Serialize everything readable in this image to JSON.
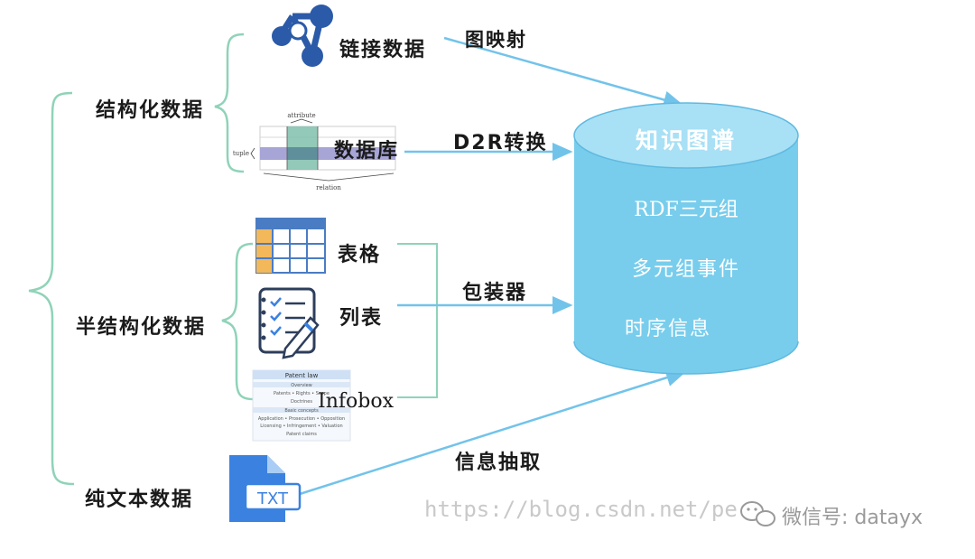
{
  "categories": {
    "structured": "结构化数据",
    "semi_structured": "半结构化数据",
    "plain_text": "纯文本数据"
  },
  "sources": {
    "linked_data": "链接数据",
    "database": "数据库",
    "table": "表格",
    "list": "列表",
    "infobox": "Infobox",
    "txt_icon_text": "TXT"
  },
  "methods": {
    "graph_mapping": "图映射",
    "d2r": "D2R转换",
    "wrapper": "包装器",
    "info_extraction": "信息抽取"
  },
  "knowledge_graph": {
    "title": "知识图谱",
    "items": [
      "RDF三元组",
      "多元组事件",
      "时序信息"
    ]
  },
  "database_thumb": {
    "top": "attribute",
    "left": "tuple",
    "bottom": "relation"
  },
  "infobox_thumb": {
    "title": "Patent law",
    "rows": [
      "Overview",
      "Patents • Rights • Scope",
      "Doctrines",
      "Basic concepts",
      "Application • Prosecution • Opposition",
      "Licensing • Infringement • Valuation",
      "Patent claims"
    ]
  },
  "watermark": "https://blog.csdn.net/pe",
  "wechat_text": "微信号: datayx",
  "colors": {
    "bracket": "#8fd3b8",
    "arrow": "#72c3ea",
    "cylinder_body": "#78cdec",
    "cylinder_top": "#a8e0f5",
    "cylinder_edge": "#5fb9e0",
    "network_icon": "#2b5aa8",
    "txt_icon": "#3b82e0",
    "table_header": "#4a7cc4",
    "table_accent": "#f2b85a"
  }
}
